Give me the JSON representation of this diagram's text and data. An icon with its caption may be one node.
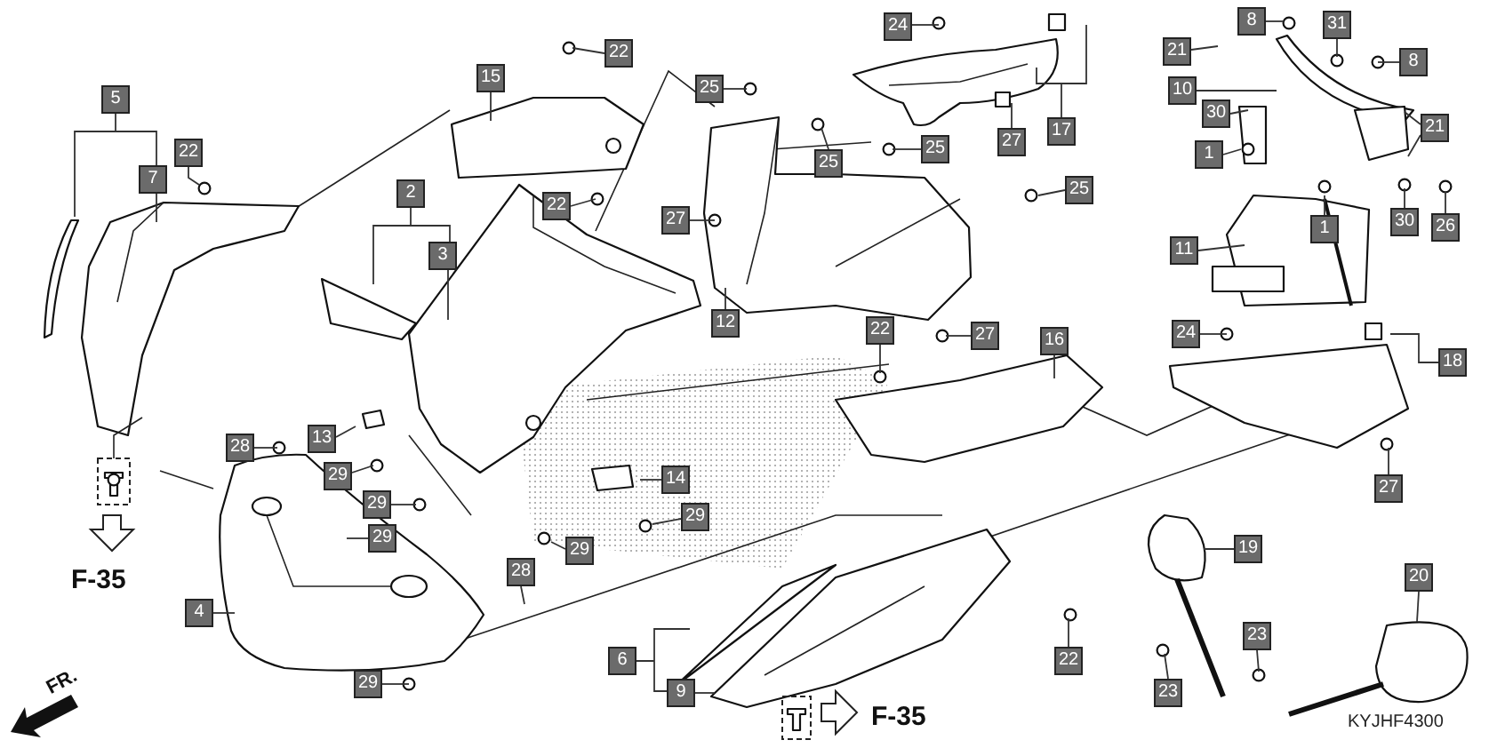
{
  "diagram": {
    "nodes": [
      {
        "text": [
          "8"
        ]
      },
      {
        "text": [
          "31"
        ]
      },
      {
        "text": [
          "24"
        ]
      },
      {
        "text": [
          "21"
        ]
      },
      {
        "text": [
          "22"
        ]
      },
      {
        "text": [
          "8"
        ]
      },
      {
        "text": [
          "15"
        ]
      },
      {
        "text": [
          "25"
        ]
      },
      {
        "text": [
          "10"
        ]
      },
      {
        "text": [
          "5"
        ]
      },
      {
        "text": [
          "30"
        ]
      },
      {
        "text": [
          "21"
        ]
      },
      {
        "text": [
          "17"
        ]
      },
      {
        "text": [
          "27"
        ]
      },
      {
        "text": [
          "25"
        ]
      },
      {
        "text": [
          "22"
        ]
      },
      {
        "text": [
          "1"
        ]
      },
      {
        "text": [
          "25"
        ]
      },
      {
        "text": [
          "7"
        ]
      },
      {
        "text": [
          "25"
        ]
      },
      {
        "text": [
          "2"
        ]
      },
      {
        "text": [
          "22"
        ]
      },
      {
        "text": [
          "27"
        ]
      },
      {
        "text": [
          "30"
        ]
      },
      {
        "text": [
          "1"
        ]
      },
      {
        "text": [
          "26"
        ]
      },
      {
        "text": [
          "11"
        ]
      },
      {
        "text": [
          "3"
        ]
      },
      {
        "text": [
          "12"
        ]
      },
      {
        "text": [
          "22"
        ]
      },
      {
        "text": [
          "24"
        ]
      },
      {
        "text": [
          "27"
        ]
      },
      {
        "text": [
          "16"
        ]
      },
      {
        "text": [
          "18"
        ]
      },
      {
        "text": [
          "13"
        ]
      },
      {
        "text": [
          "28"
        ]
      },
      {
        "text": [
          "29"
        ]
      },
      {
        "text": [
          "14"
        ]
      },
      {
        "text": [
          "27"
        ]
      },
      {
        "text": [
          "29"
        ]
      },
      {
        "text": [
          "29"
        ]
      },
      {
        "text": [
          "29"
        ]
      },
      {
        "text": [
          "19"
        ]
      },
      {
        "text": [
          "29"
        ]
      },
      {
        "text": [
          "28"
        ]
      },
      {
        "text": [
          "20"
        ]
      },
      {
        "text": [
          "4"
        ]
      },
      {
        "text": [
          "22"
        ]
      },
      {
        "text": [
          "6"
        ]
      },
      {
        "text": [
          "23"
        ]
      },
      {
        "text": [
          "9"
        ]
      },
      {
        "text": [
          "29"
        ]
      },
      {
        "text": [
          "23"
        ]
      }
    ],
    "edges": [
      {
        "from": 0,
        "to": null,
        "arrow": "none"
      },
      {
        "from": 1,
        "to": null,
        "arrow": "none"
      },
      {
        "from": 2,
        "to": null,
        "arrow": "none"
      },
      {
        "from": 3,
        "to": null,
        "arrow": "none"
      },
      {
        "from": 4,
        "to": null,
        "arrow": "none"
      },
      {
        "from": 5,
        "to": null,
        "arrow": "none"
      },
      {
        "from": 6,
        "to": null,
        "arrow": "none"
      },
      {
        "from": 7,
        "to": null,
        "arrow": "none"
      },
      {
        "from": 8,
        "to": null,
        "arrow": "none"
      },
      {
        "from": 9,
        "to": null,
        "arrow": "none"
      },
      {
        "from": 10,
        "to": null,
        "arrow": "none"
      },
      {
        "from": 11,
        "to": null,
        "arrow": "none"
      },
      {
        "from": 12,
        "to": null,
        "arrow": "none"
      },
      {
        "from": 13,
        "to": null,
        "arrow": "none"
      },
      {
        "from": 14,
        "to": null,
        "arrow": "none"
      },
      {
        "from": 15,
        "to": null,
        "arrow": "none"
      },
      {
        "from": 16,
        "to": null,
        "arrow": "none"
      },
      {
        "from": 17,
        "to": null,
        "arrow": "none"
      },
      {
        "from": 18,
        "to": null,
        "arrow": "none"
      },
      {
        "from": 19,
        "to": null,
        "arrow": "none"
      },
      {
        "from": 20,
        "to": null,
        "arrow": "none"
      },
      {
        "from": 21,
        "to": null,
        "arrow": "none"
      },
      {
        "from": 22,
        "to": null,
        "arrow": "none"
      },
      {
        "from": 23,
        "to": null,
        "arrow": "none"
      },
      {
        "from": 24,
        "to": null,
        "arrow": "none"
      },
      {
        "from": 25,
        "to": null,
        "arrow": "none"
      },
      {
        "from": 26,
        "to": null,
        "arrow": "none"
      },
      {
        "from": 27,
        "to": null,
        "arrow": "none"
      },
      {
        "from": 28,
        "to": null,
        "arrow": "none"
      },
      {
        "from": 29,
        "to": null,
        "arrow": "none"
      },
      {
        "from": 30,
        "to": null,
        "arrow": "none"
      },
      {
        "from": 31,
        "to": null,
        "arrow": "none"
      },
      {
        "from": 32,
        "to": null,
        "arrow": "none"
      },
      {
        "from": 33,
        "to": null,
        "arrow": "none"
      },
      {
        "from": 34,
        "to": null,
        "arrow": "none"
      },
      {
        "from": 35,
        "to": null,
        "arrow": "none"
      },
      {
        "from": 36,
        "to": null,
        "arrow": "none"
      },
      {
        "from": 37,
        "to": null,
        "arrow": "none"
      },
      {
        "from": 38,
        "to": null,
        "arrow": "none"
      },
      {
        "from": 39,
        "to": null,
        "arrow": "none"
      },
      {
        "from": 40,
        "to": null,
        "arrow": "none"
      },
      {
        "from": 41,
        "to": null,
        "arrow": "none"
      },
      {
        "from": 42,
        "to": null,
        "arrow": "none"
      },
      {
        "from": 43,
        "to": null,
        "arrow": "none"
      },
      {
        "from": 44,
        "to": null,
        "arrow": "none"
      },
      {
        "from": 45,
        "to": null,
        "arrow": "none"
      },
      {
        "from": 46,
        "to": null,
        "arrow": "none"
      },
      {
        "from": 47,
        "to": null,
        "arrow": "none"
      },
      {
        "from": 48,
        "to": null,
        "arrow": "none"
      },
      {
        "from": 49,
        "to": null,
        "arrow": "none"
      },
      {
        "from": 50,
        "to": null,
        "arrow": "none"
      },
      {
        "from": 51,
        "to": null,
        "arrow": "none"
      },
      {
        "from": 52,
        "to": null,
        "arrow": "none"
      }
    ],
    "labels": [
      "F-35",
      "F-35",
      "FR.",
      "KYJHF4300"
    ]
  }
}
